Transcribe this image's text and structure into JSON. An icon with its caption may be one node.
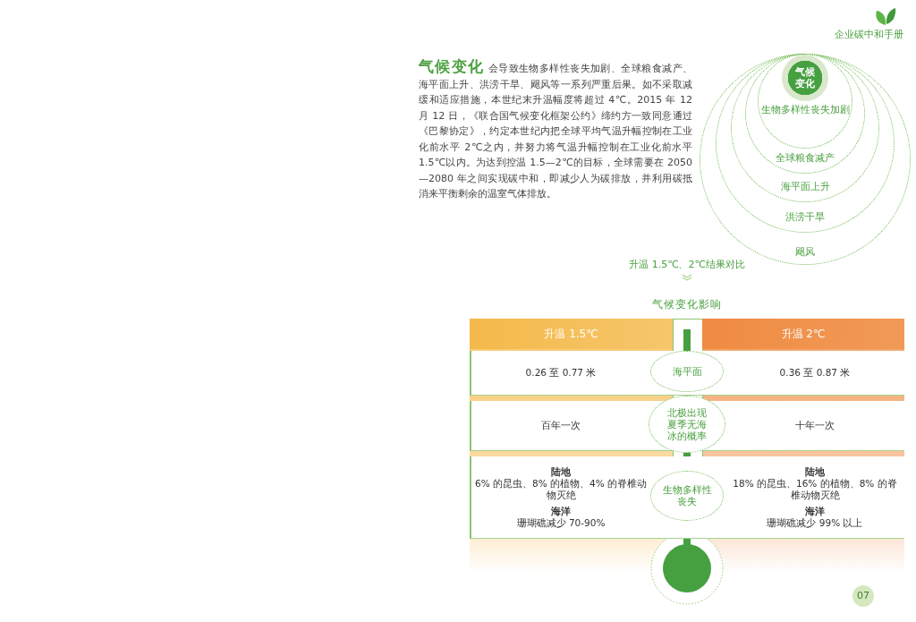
{
  "diagram": {
    "nodes": [
      {
        "text": [
          "飓风"
        ]
      },
      {
        "text": [
          "洪涝干旱"
        ],
        "in": 0
      },
      {
        "text": [
          "海平面上升"
        ],
        "in": 1
      },
      {
        "text": [
          "全球粮食减产"
        ],
        "in": 2
      },
      {
        "text": [
          "生物多样性丧失加剧"
        ],
        "in": 3
      },
      {
        "text": [
          "气候变化"
        ],
        "in": 4
      },
      {
        "text": [
          "升温 1.5℃"
        ]
      },
      {
        "text": [
          "升温 2℃"
        ]
      },
      {
        "text": [
          "0.26 至 0.77 米",
          "0.36 至 0.87 米"
        ]
      },
      {
        "text": [
          "海平面"
        ],
        "in": 8
      },
      {
        "text": [
          "百年一次",
          "十年一次"
        ]
      },
      {
        "text": [
          "北极出现夏季无海冰的概率"
        ],
        "in": 10
      },
      {
        "text": [
          "陆地",
          "6% 的昆虫、8% 的植物、4% 的脊椎动物灭绝",
          "海洋",
          "珊瑚礁减少 70-90%",
          "陆地",
          "18% 的昆虫、16% 的植物、8% 的脊椎动物灭绝",
          "海洋",
          "珊瑚礁减少 99% 以上"
        ]
      },
      {
        "text": [
          "生物多样性丧失"
        ],
        "in": 12
      },
      {
        "text": [
          "07"
        ]
      }
    ],
    "labels": [
      "企业碳中和手册",
      "**气候变化** 会导致生物多样性丧失加剧、全球粮食减产、海平面上升、洪涝干旱、飓风等一系列严重后果。如不采取减缓和适应措施，本世纪末升温幅度将超过 4℃。2015 年 12 月 12 日，《联合国气候变化框架公约》缔约方一致同意通过《巴黎协定》，约定本世纪内把全球平均气温升幅控制在工业化前水平 2℃之内，并努力将气温升幅控制在工业化前水平 1.5℃以内。为达到控温 1.5—2℃的目标，全球需要在 2050—2080 年之间实现碳中和，即减少人为碳排放，并利用碳抵消来平衡剩余的温室气体排放。",
      "升温 1.5℃、2℃结果对比",
      "气候变化影响"
    ]
  }
}
